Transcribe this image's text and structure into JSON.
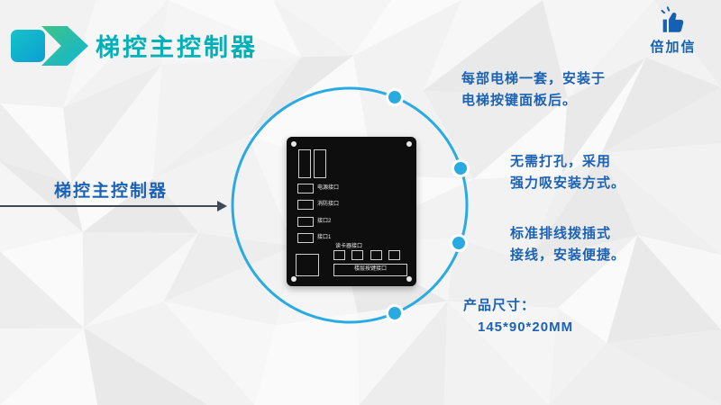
{
  "slide": {
    "header": {
      "title": "梯控主控制器"
    },
    "brand": {
      "name": "倍加信",
      "icon": "thumbs-up-icon"
    },
    "pointer": {
      "label": "梯控主控制器"
    },
    "bullets": [
      {
        "line1": "每部电梯一套，安装于",
        "line2": "电梯按键面板后。"
      },
      {
        "line1": "无需打孔，采用",
        "line2": "强力吸安装方式。"
      },
      {
        "line1": "标准排线拨插式",
        "line2": "接线，安装便捷。"
      },
      {
        "line1": "产品尺寸：",
        "line2": "145*90*20MM"
      }
    ],
    "board": {
      "ports": [
        "电源接口",
        "消防接口",
        "接口2",
        "接口1"
      ],
      "reader_label": "读卡器接口",
      "floor_label": "楼层按键接口"
    },
    "colors": {
      "title_teal": "#00b1b8",
      "text_blue": "#1b62b5",
      "circle_cyan": "#29abe2"
    }
  }
}
